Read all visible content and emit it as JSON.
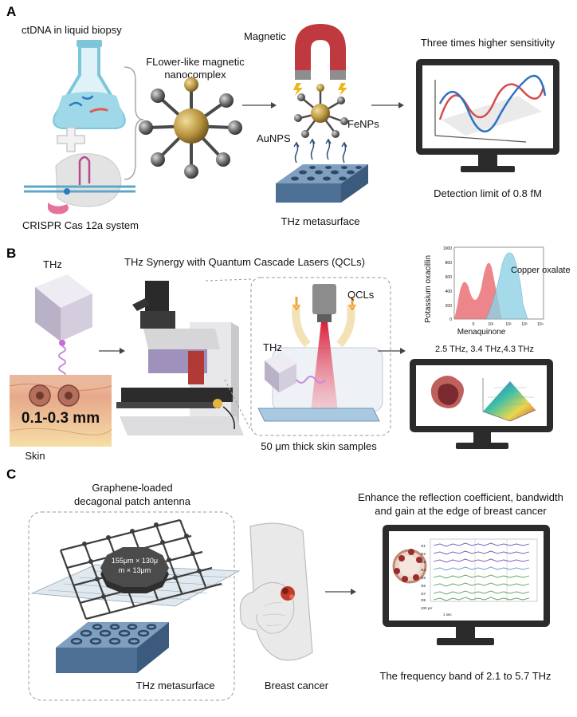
{
  "panels": {
    "a": {
      "letter": "A",
      "ctdna": "ctDNA in liquid biopsy",
      "crispr": "CRISPR Cas 12a system",
      "nanocomplex_line1": "FLower-like magnetic",
      "nanocomplex_line2": "nanocomplex",
      "magnetic": "Magnetic",
      "aunps": "AuNPS",
      "fenps": "FeNPs",
      "metasurface": "THz metasurface",
      "sensitivity": "Three times higher sensitivity",
      "detection": "Detection limit of 0.8 fM"
    },
    "b": {
      "letter": "B",
      "thz": "THz",
      "thickness": "0.1-0.3 mm",
      "skin": "Skin",
      "title": "THz Synergy with Quantum Cascade Lasers (QCLs)",
      "qcls": "QCLs",
      "thz_inset": "THz",
      "samples": "50 μm thick skin samples",
      "plot_ylabel": "Potassium oxacillin",
      "plot_xlabel": "Menaquinone",
      "copper": "Copper oxalate",
      "yticks": [
        "1000",
        "800",
        "600",
        "400",
        "200",
        "0"
      ],
      "xticks": [
        "0",
        "10¹",
        "10²",
        "10³",
        "10⁴"
      ],
      "frequencies": "2.5 THz, 3.4 THz,4.3 THz"
    },
    "c": {
      "letter": "C",
      "antenna_line1": "Graphene-loaded",
      "antenna_line2": "decagonal patch antenna",
      "patch_line1": "155μm × 130μ",
      "patch_line2": "m × 13μm",
      "metasurface": "THz metasurface",
      "breast": "Breast cancer",
      "enhance_line1": "Enhance the reflection coefficient, bandwidth",
      "enhance_line2": "and gain at the edge of breast cancer",
      "band": "The frequency band of 2.1 to 5.7 THz",
      "eeg_channels": [
        "E1",
        "E2",
        "E3",
        "E4",
        "E5",
        "E6",
        "E7",
        "E8"
      ],
      "scale_v": "100 μV",
      "scale_t": "1 sec"
    }
  },
  "colors": {
    "metal_dark": "#5a5a5a",
    "gold": "#a88a3c",
    "magnet_red": "#c0393f",
    "metasurface": "#5a7fa3",
    "monitor": "#2b2b2b",
    "flask_blue": "#7dc6d9",
    "skin": "#f2c9a8",
    "laser_red": "#d6203a",
    "hist_red": "#e8686d",
    "hist_blue": "#8fd2e6"
  }
}
